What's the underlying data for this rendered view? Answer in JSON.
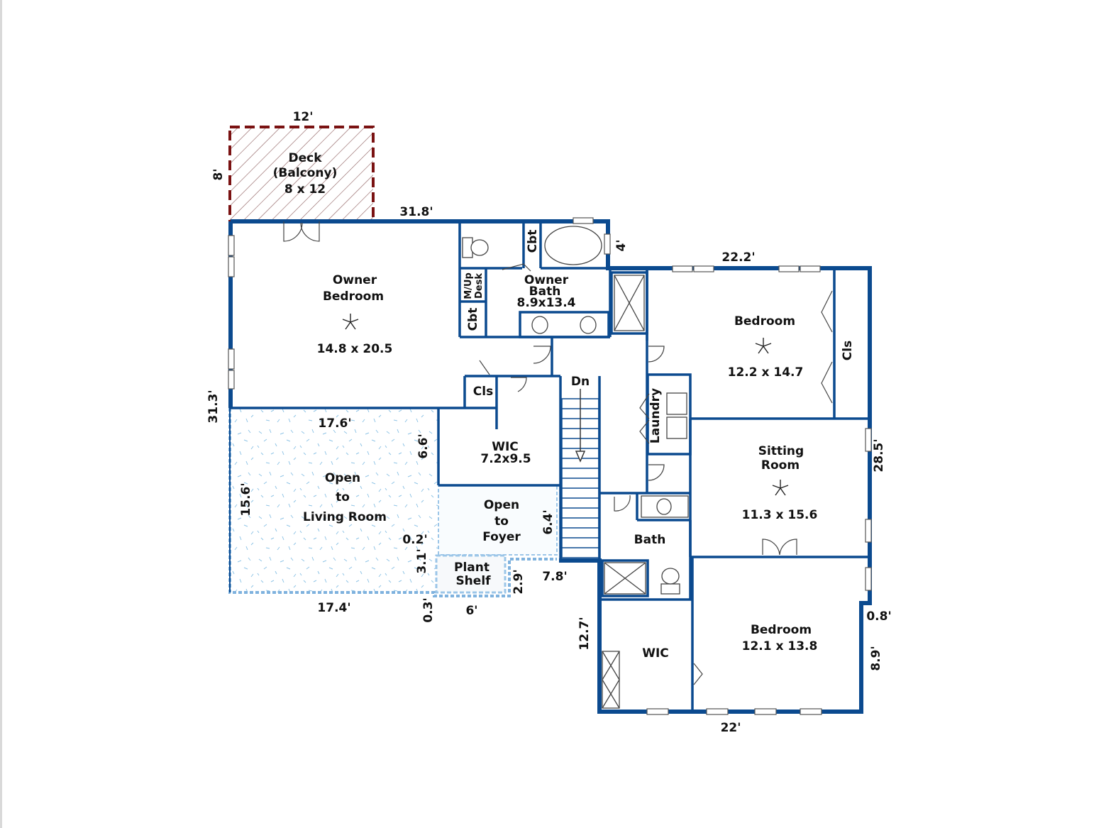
{
  "rooms": {
    "deck": {
      "name": "Deck",
      "sub": "(Balcony)",
      "size": "8 x 12"
    },
    "owner_bedroom": {
      "line1": "Owner",
      "line2": "Bedroom",
      "size": "14.8 x 20.5"
    },
    "owner_bath": {
      "line1": "Owner",
      "line2": "Bath",
      "size": "8.9x13.4"
    },
    "cbt_top": "Cbt",
    "cbt_left": "Cbt",
    "mup_desk": {
      "line1": "M/Up",
      "line2": "Desk"
    },
    "cls_small": "Cls",
    "wic_main": {
      "name": "WIC",
      "size": "7.2x9.5"
    },
    "stairs": "Dn",
    "open_living": {
      "line1": "Open",
      "line2": "to",
      "line3": "Living Room"
    },
    "open_foyer": {
      "line1": "Open",
      "line2": "to",
      "line3": "Foyer"
    },
    "plant_shelf": {
      "line1": "Plant",
      "line2": "Shelf"
    },
    "bedroom_top": {
      "name": "Bedroom",
      "size": "12.2 x 14.7"
    },
    "cls_right": "Cls",
    "laundry": "Laundry",
    "sitting_room": {
      "line1": "Sitting",
      "line2": "Room",
      "size": "11.3 x 15.6"
    },
    "bath": "Bath",
    "wic_lower": "WIC",
    "bedroom_bottom": {
      "name": "Bedroom",
      "size": "12.1 x 13.8"
    }
  },
  "dimensions": {
    "deck_width": "12'",
    "deck_depth": "8'",
    "top_width": "31.8'",
    "left_height": "31.3'",
    "bath_step": "4'",
    "right_top_width": "22.2'",
    "right_height": "28.5'",
    "living_width_top": "17.6'",
    "living_height": "15.6'",
    "living_width_bottom": "17.4'",
    "wic_offset": "6.6'",
    "foyer_height": "6.4'",
    "small_02": "0.2'",
    "small_31": "3.1'",
    "small_03": "0.3'",
    "shelf_width": "6'",
    "small_29": "2.9'",
    "step_78": "7.8'",
    "lower_height": "12.7'",
    "right_step": "0.8'",
    "right_lower": "8.9'",
    "bottom_width": "22'"
  },
  "colors": {
    "wall": "#0b4a8f",
    "deck_outline": "#7a1212",
    "open_dashed": "#7fb2de",
    "open_fill": "#eef6fb",
    "room_fill": "#f7f9fb"
  }
}
